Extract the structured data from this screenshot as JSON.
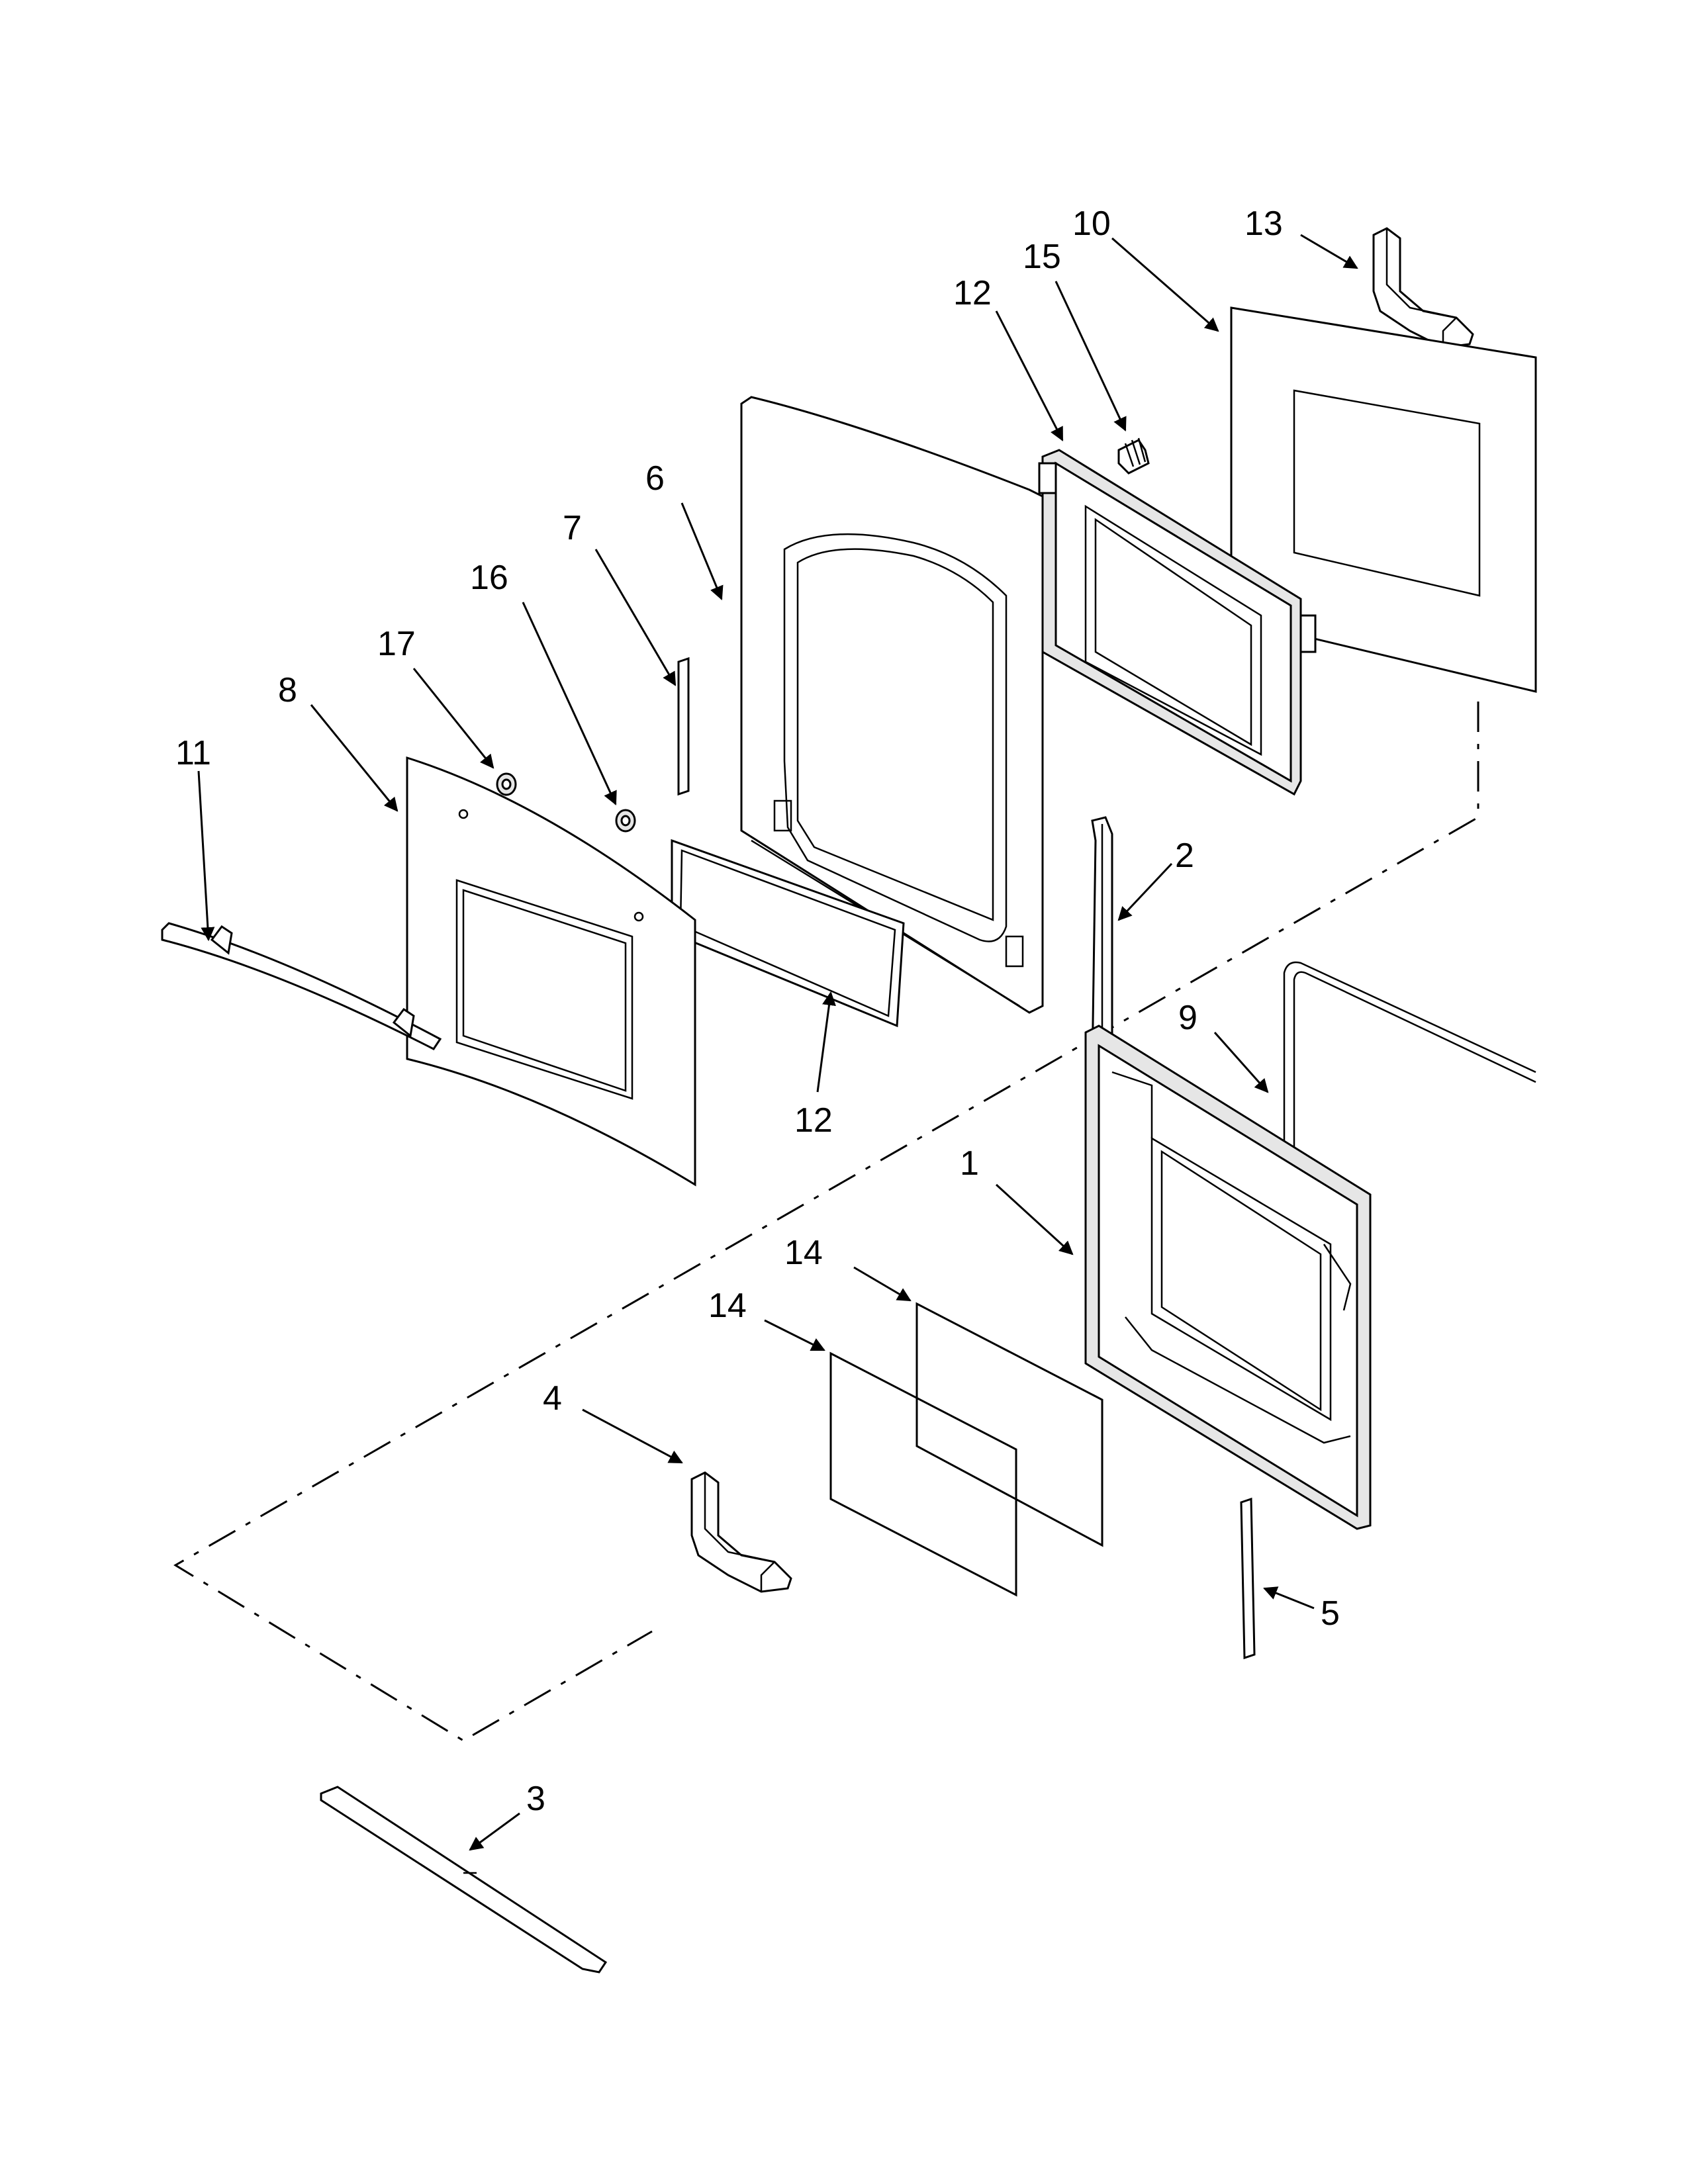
{
  "colors": {
    "line": "#000000",
    "background": "#ffffff",
    "fill_light": "#e6e6e6"
  },
  "callouts": {
    "c1": "1",
    "c2": "2",
    "c3": "3",
    "c4": "4",
    "c5": "5",
    "c6": "6",
    "c7": "7",
    "c8": "8",
    "c9": "9",
    "c10": "10",
    "c11": "11",
    "c12a": "12",
    "c12b": "12",
    "c13": "13",
    "c14a": "14",
    "c14b": "14",
    "c15": "15",
    "c16": "16",
    "c17": "17"
  }
}
